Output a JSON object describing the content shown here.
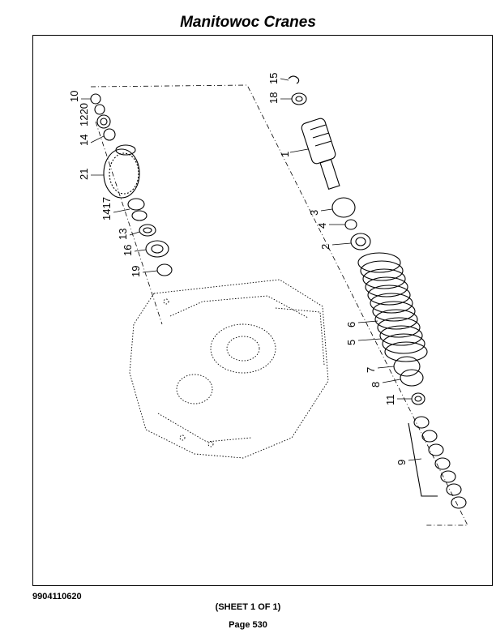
{
  "header": {
    "title": "Manitowoc Cranes"
  },
  "footer": {
    "document_number": "9904110620",
    "sheet": "(SHEET 1 OF 1)",
    "page": "Page 530"
  },
  "diagram": {
    "callouts": [
      "15",
      "18",
      "1",
      "3",
      "4",
      "2",
      "6",
      "5",
      "7",
      "8",
      "11",
      "9",
      "10",
      "1220",
      "14",
      "21",
      "1417",
      "13",
      "16",
      "19"
    ]
  }
}
